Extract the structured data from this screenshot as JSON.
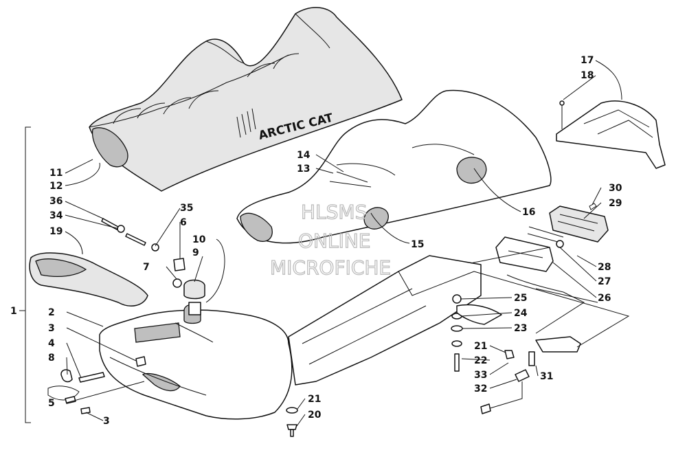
{
  "brand_text": "ARCTIC CAT",
  "watermark": [
    "HLSMS",
    "ONLINE",
    "MICROFICHE"
  ],
  "callouts": [
    {
      "id": "c1",
      "text": "1"
    },
    {
      "id": "c2",
      "text": "2"
    },
    {
      "id": "c3a",
      "text": "3"
    },
    {
      "id": "c4",
      "text": "4"
    },
    {
      "id": "c8",
      "text": "8"
    },
    {
      "id": "c5",
      "text": "5"
    },
    {
      "id": "c3b",
      "text": "3"
    },
    {
      "id": "c7",
      "text": "7"
    },
    {
      "id": "c6",
      "text": "6"
    },
    {
      "id": "c35",
      "text": "35"
    },
    {
      "id": "c10",
      "text": "10"
    },
    {
      "id": "c9",
      "text": "9"
    },
    {
      "id": "c36",
      "text": "36"
    },
    {
      "id": "c34",
      "text": "34"
    },
    {
      "id": "c19",
      "text": "19"
    },
    {
      "id": "c11",
      "text": "11"
    },
    {
      "id": "c12",
      "text": "12"
    },
    {
      "id": "c14",
      "text": "14"
    },
    {
      "id": "c13",
      "text": "13"
    },
    {
      "id": "c15",
      "text": "15"
    },
    {
      "id": "c16",
      "text": "16"
    },
    {
      "id": "c17",
      "text": "17"
    },
    {
      "id": "c18",
      "text": "18"
    },
    {
      "id": "c30",
      "text": "30"
    },
    {
      "id": "c29",
      "text": "29"
    },
    {
      "id": "c28",
      "text": "28"
    },
    {
      "id": "c27",
      "text": "27"
    },
    {
      "id": "c26",
      "text": "26"
    },
    {
      "id": "c25",
      "text": "25"
    },
    {
      "id": "c24",
      "text": "24"
    },
    {
      "id": "c23",
      "text": "23"
    },
    {
      "id": "c21a",
      "text": "21"
    },
    {
      "id": "c22",
      "text": "22"
    },
    {
      "id": "c33",
      "text": "33"
    },
    {
      "id": "c32",
      "text": "32"
    },
    {
      "id": "c31",
      "text": "31"
    },
    {
      "id": "c21b",
      "text": "21"
    },
    {
      "id": "c20",
      "text": "20"
    }
  ]
}
